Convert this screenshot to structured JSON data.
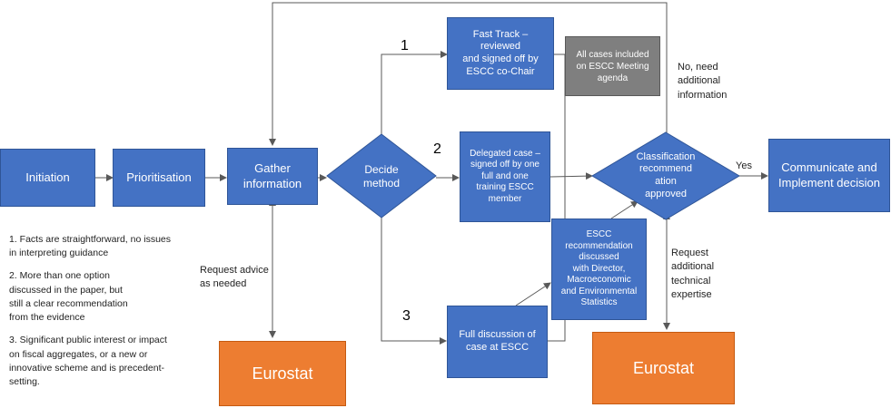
{
  "nodes": {
    "initiation": "Initiation",
    "prioritisation": "Prioritisation",
    "gather": "Gather\ninformation",
    "decide": "Decide\nmethod",
    "fast_track": "Fast Track –\nreviewed\nand signed off by\nESCC co-Chair",
    "delegated": "Delegated case –\nsigned off by one\nfull and one\ntraining ESCC\nmember",
    "full_discussion": "Full discussion of\ncase at ESCC",
    "escc_recommendation": "ESCC\nrecommendation\ndiscussed\nwith Director,\nMacroeconomic\nand Environmental\nStatistics",
    "all_cases": "All cases included\non ESCC Meeting\nagenda",
    "classification": "Classification\nrecommend\nation\napproved",
    "communicate": "Communicate and\nImplement decision",
    "eurostat_left": "Eurostat",
    "eurostat_right": "Eurostat"
  },
  "route_numbers": [
    "1",
    "2",
    "3"
  ],
  "labels": {
    "yes": "Yes",
    "no_need": "No, need\nadditional\ninformation",
    "request_advice": "Request advice\nas needed",
    "request_expertise": "Request\nadditional\ntechnical\nexpertise"
  },
  "notes": [
    "1. Facts are straightforward, no issues\nin interpreting guidance",
    "2. More than one option\ndiscussed in the paper, but\nstill a clear recommendation\nfrom the evidence",
    "3. Significant public interest or impact\non fiscal aggregates, or a new or\ninnovative scheme and is precedent-\nsetting."
  ],
  "colors": {
    "process_blue": "#4472c4",
    "eurostat_orange": "#ed7d31",
    "agenda_grey": "#7f7f7f",
    "connector": "#595959"
  }
}
